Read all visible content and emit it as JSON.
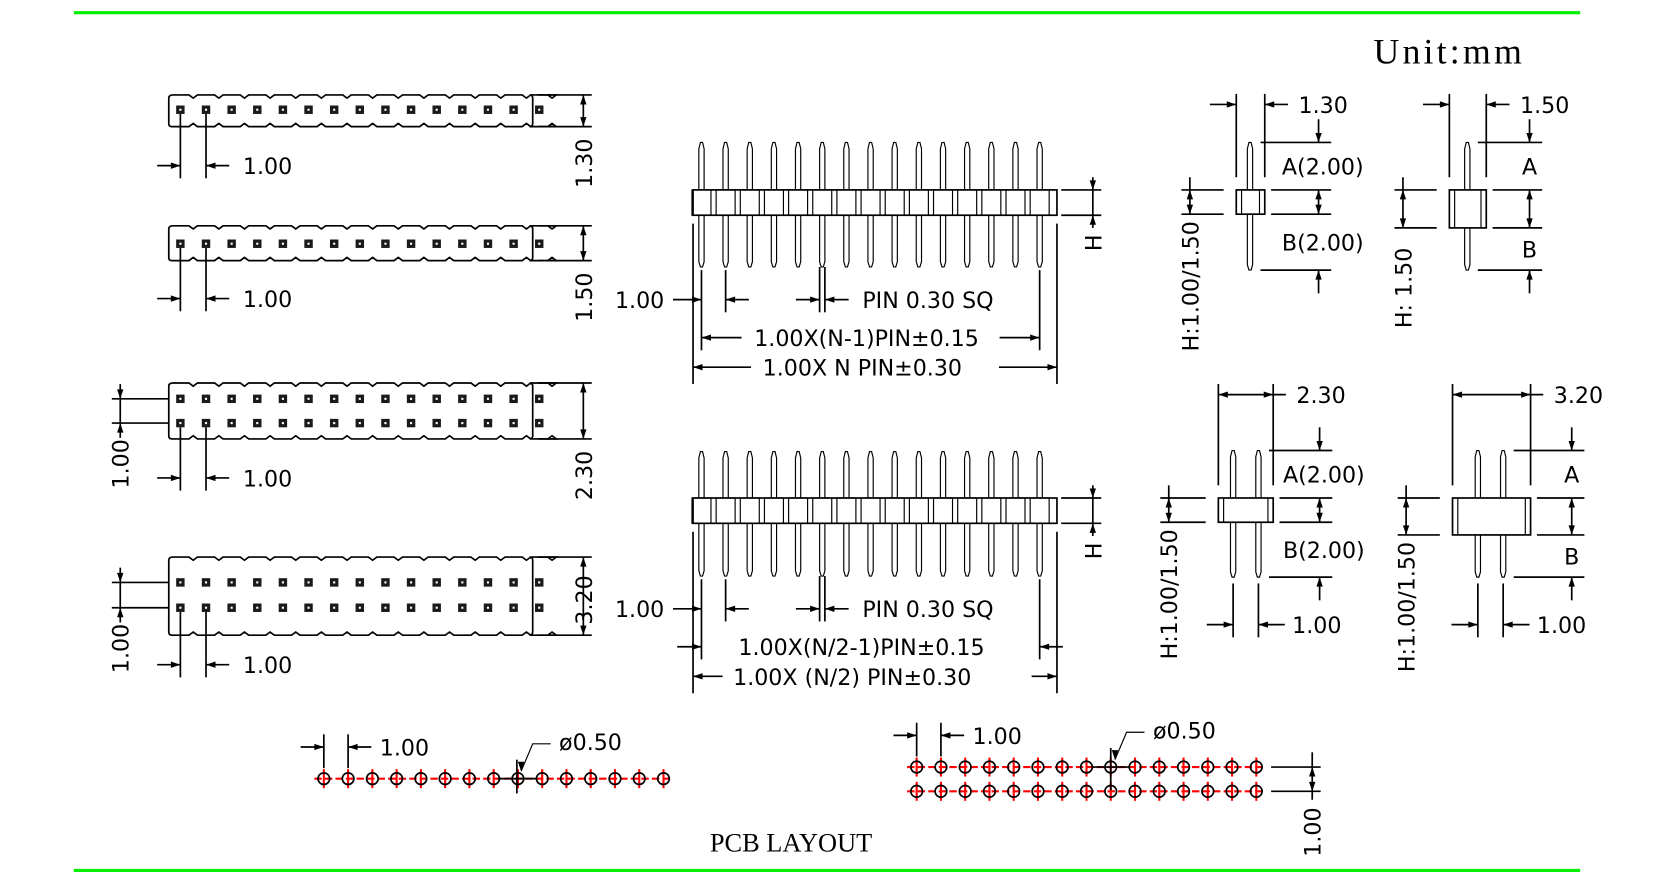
{
  "unit_label": "Unit:mm",
  "caption": "PCB LAYOUT",
  "colors": {
    "frame_line": "#00ee00",
    "center_line": "#ff0000",
    "ink": "#000000"
  },
  "top_views": [
    {
      "rows": 1,
      "pins_per_row": 15,
      "pitch_label": "1.00",
      "width_label": "1.30",
      "row_pitch_label": null
    },
    {
      "rows": 1,
      "pins_per_row": 15,
      "pitch_label": "1.00",
      "width_label": "1.50",
      "row_pitch_label": null
    },
    {
      "rows": 2,
      "pins_per_row": 15,
      "pitch_label": "1.00",
      "width_label": "2.30",
      "row_pitch_label": "1.00"
    },
    {
      "rows": 2,
      "pins_per_row": 15,
      "pitch_label": "1.00",
      "width_label": "3.20",
      "row_pitch_label": "1.00"
    }
  ],
  "front_views": [
    {
      "pins": 15,
      "pitch_label": "1.00",
      "pin_label": "PIN 0.30 SQ",
      "span_label": "1.00X(N-1)PIN±0.15",
      "total_label": "1.00X N PIN±0.30",
      "height_label": "H"
    },
    {
      "pins": 15,
      "pitch_label": "1.00",
      "pin_label": "PIN 0.30 SQ",
      "span_label": "1.00X(N/2-1)PIN±0.15",
      "total_label": "1.00X (N/2) PIN±0.30",
      "height_label": "H"
    }
  ],
  "side_views": [
    {
      "width_label": "1.30",
      "a_label": "A(2.00)",
      "b_label": "B(2.00)",
      "h_label": "H:1.00/1.50",
      "pitch_label": null
    },
    {
      "width_label": "1.50",
      "a_label": "A",
      "b_label": "B",
      "h_label": "H: 1.50",
      "pitch_label": null
    },
    {
      "width_label": "2.30",
      "a_label": "A(2.00)",
      "b_label": "B(2.00)",
      "h_label": "H:1.00/1.50",
      "pitch_label": "1.00"
    },
    {
      "width_label": "3.20",
      "a_label": "A",
      "b_label": "B",
      "h_label": "H:1.00/1.50",
      "pitch_label": "1.00"
    }
  ],
  "pcb_layouts": [
    {
      "rows": 1,
      "pads_per_row": 15,
      "pitch_label": "1.00",
      "hole_label": "ø0.50",
      "row_pitch_label": null
    },
    {
      "rows": 2,
      "pads_per_row": 15,
      "pitch_label": "1.00",
      "hole_label": "ø0.50",
      "row_pitch_label": "1.00"
    }
  ]
}
